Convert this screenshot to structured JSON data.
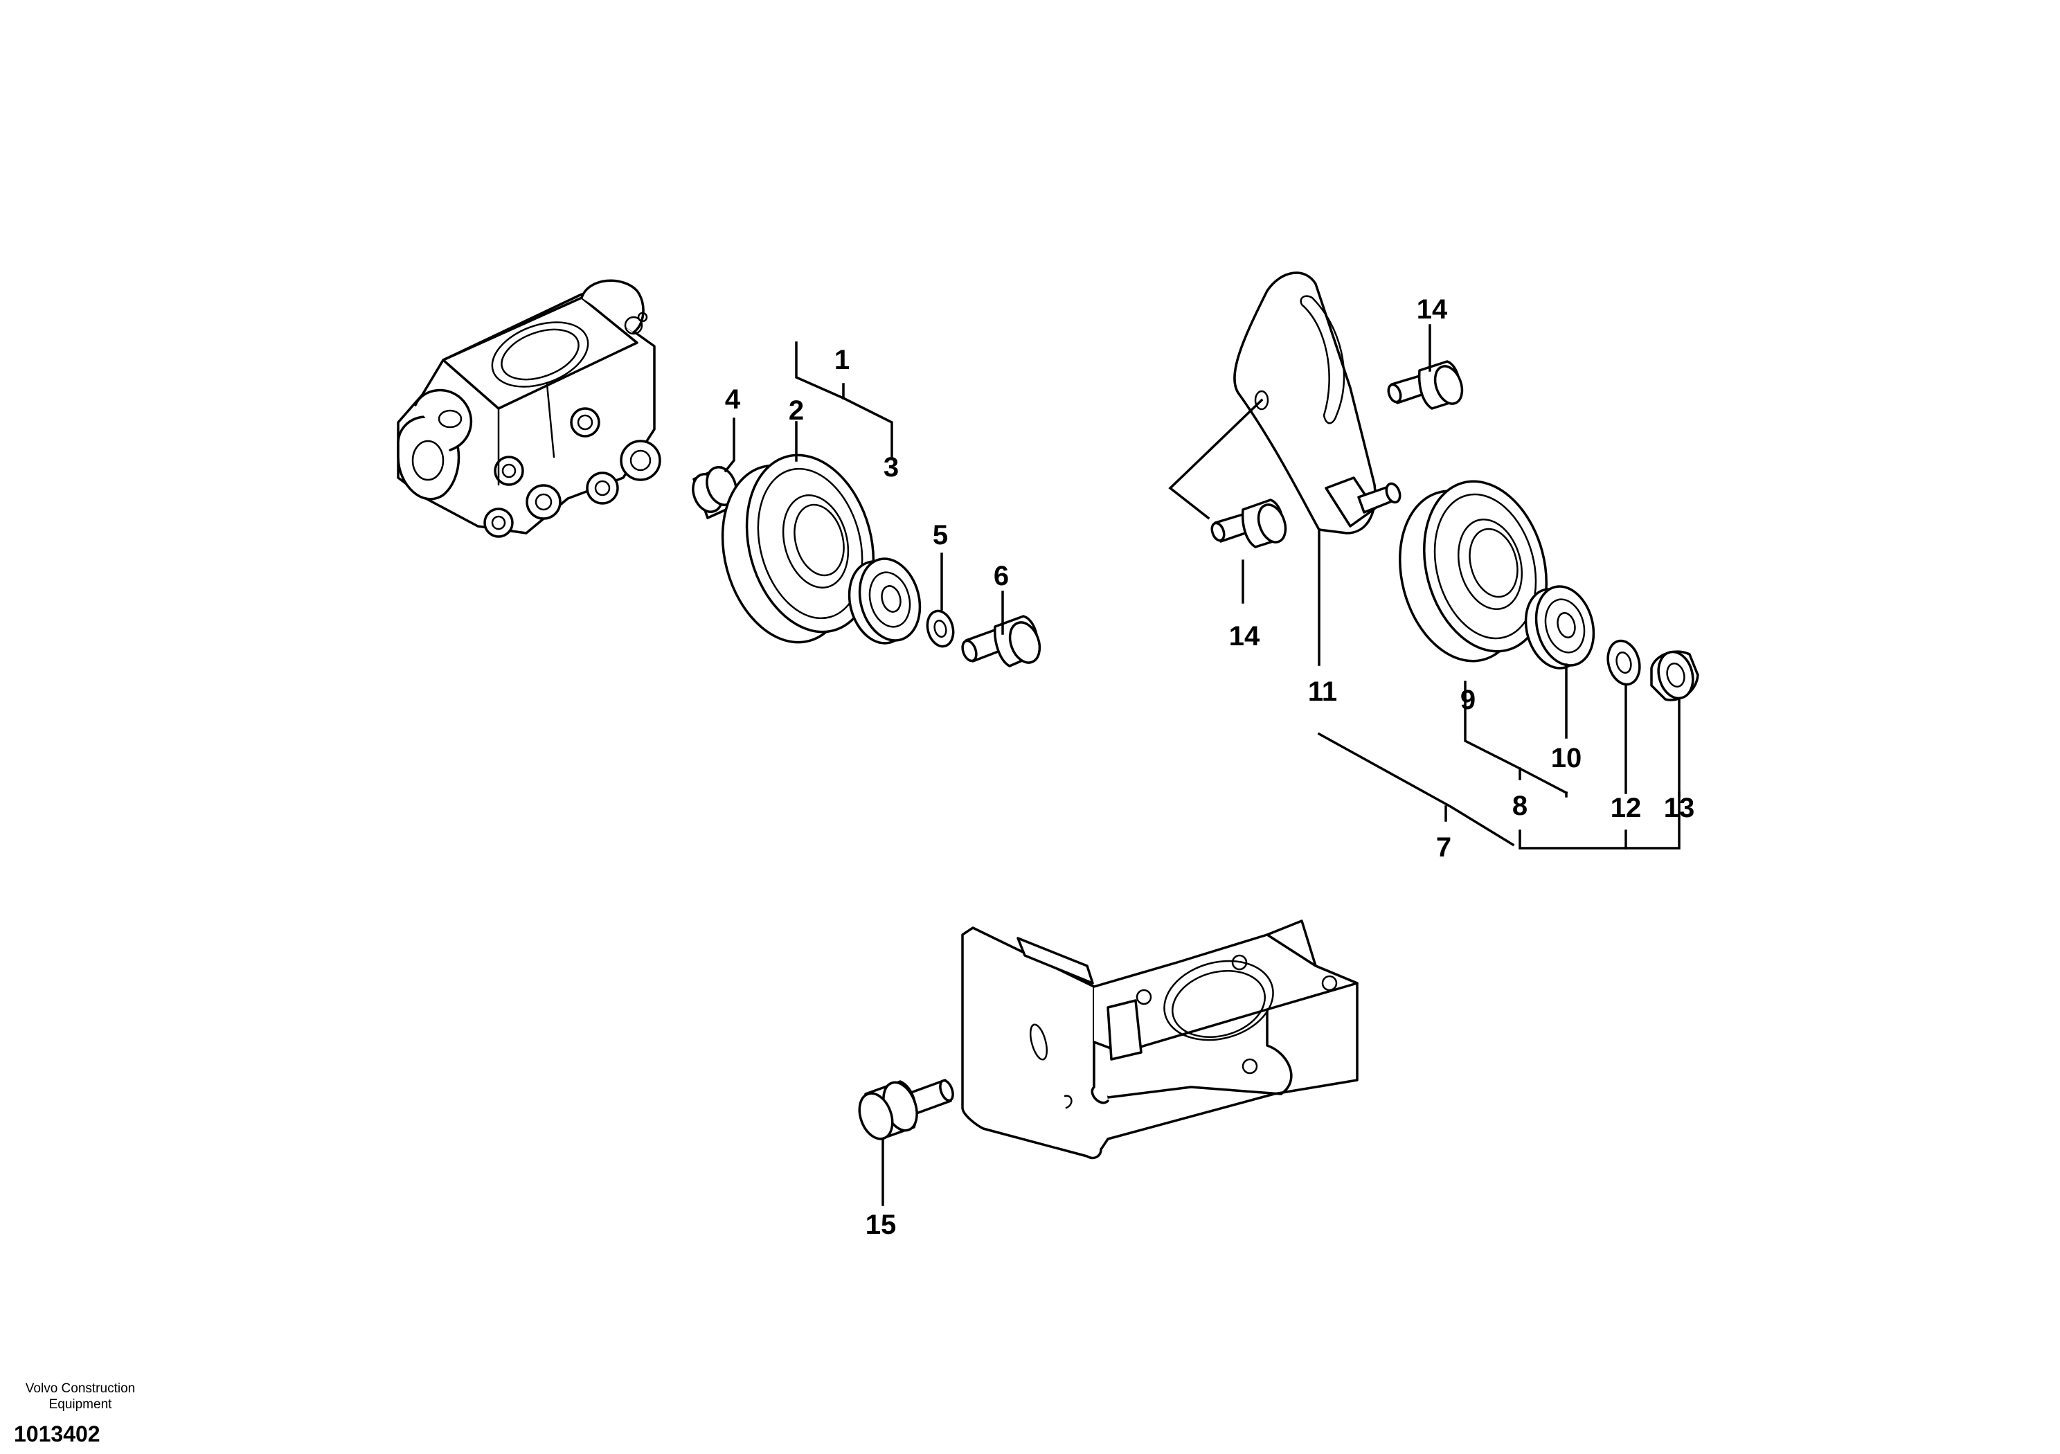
{
  "callouts": {
    "c1": "1",
    "c2": "2",
    "c3": "3",
    "c4": "4",
    "c5": "5",
    "c6": "6",
    "c7": "7",
    "c8": "8",
    "c9": "9",
    "c10": "10",
    "c11": "11",
    "c12": "12",
    "c13": "13",
    "c14_top": "14",
    "c14_bottom": "14",
    "c15": "15"
  },
  "footer": {
    "brand_line1": "Volvo Construction",
    "brand_line2": "Equipment",
    "doc_number": "1013402"
  }
}
